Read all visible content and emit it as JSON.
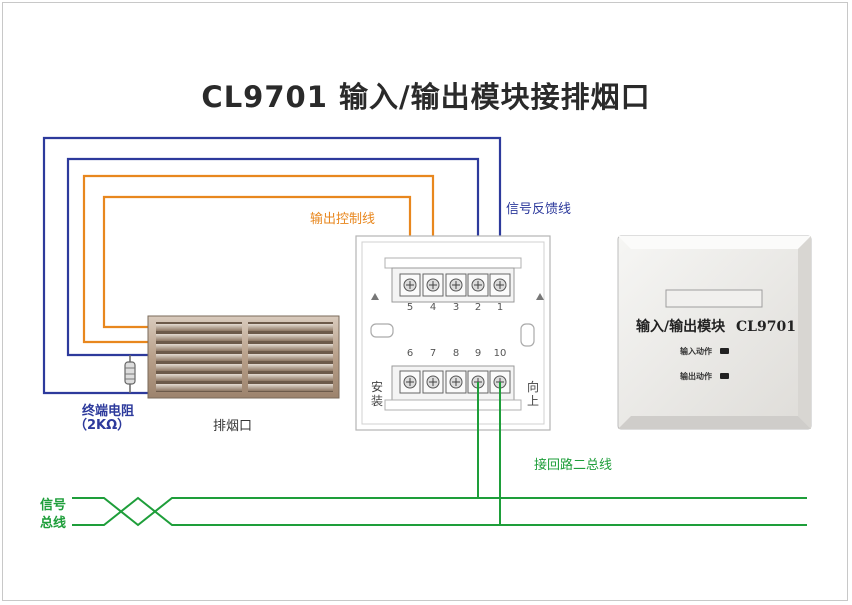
{
  "title": "CL9701 输入/输出模块接排烟口",
  "labels": {
    "output_control_line": "输出控制线",
    "signal_feedback_line": "信号反馈线",
    "end_resistor_line1": "终端电阻",
    "end_resistor_line2": "（2KΩ）",
    "smoke_vent": "排烟口",
    "bus_connection": "接回路二总线",
    "signal_bus_line1": "信号",
    "signal_bus_line2": "总线"
  },
  "base": {
    "terminals_top": [
      "5",
      "4",
      "3",
      "2",
      "1"
    ],
    "terminals_bottom": [
      "6",
      "7",
      "8",
      "9",
      "10"
    ],
    "left_side": [
      "安",
      "装"
    ],
    "right_side": [
      "向",
      "上"
    ]
  },
  "module": {
    "label": "输入/输出模块",
    "model": "CL9701",
    "led_input": "输入动作",
    "led_output": "输出动作"
  },
  "colors": {
    "orange": "#e8871e",
    "blue": "#2d3a9c",
    "green": "#1e9e3a"
  }
}
